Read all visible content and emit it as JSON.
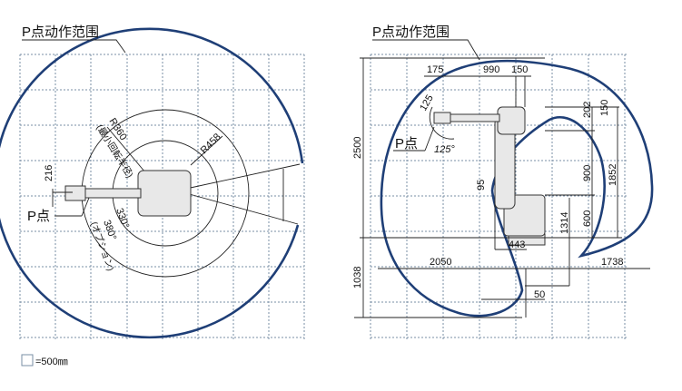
{
  "left_view": {
    "title": "P点动作范围",
    "p_point_label": "P点",
    "dim_216": "216",
    "r360_label": "R360",
    "r360_note": "(最小回転半径)",
    "r458_label": "R458",
    "angle_330": "330°",
    "angle_380": "380°",
    "angle_380_note": "(オプション)"
  },
  "right_view": {
    "title": "P点动作范围",
    "p_point_label": "P点",
    "dims": {
      "d175": "175",
      "d990": "990",
      "d150_top": "150",
      "d125": "125",
      "a125": "125°",
      "d202": "202",
      "d150_right": "150",
      "d2500": "2500",
      "d1852": "1852",
      "d900": "900",
      "d95": "95",
      "d600": "600",
      "d1314": "1314",
      "d443": "443",
      "d2050": "2050",
      "d1738": "1738",
      "d1038": "1038",
      "d50": "50"
    }
  },
  "legend": {
    "text": "=500㎜"
  },
  "colors": {
    "envelope": "#1f3f77",
    "grid": "#7a8fa6"
  }
}
